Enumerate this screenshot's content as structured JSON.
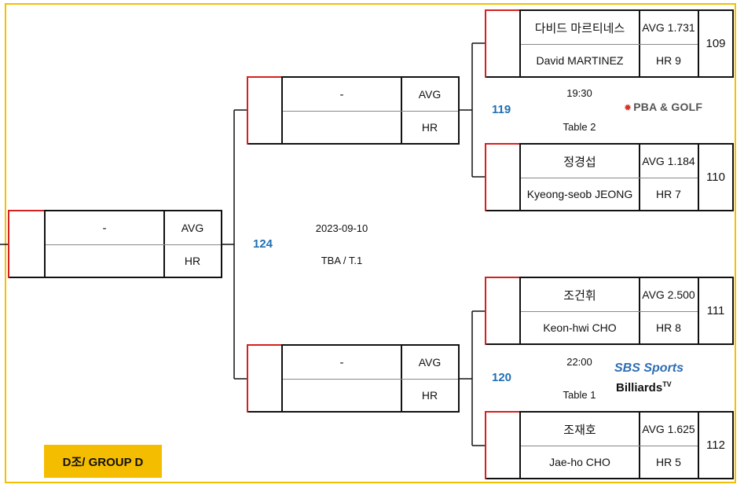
{
  "group_label": "D조/ GROUP D",
  "labels": {
    "avg": "AVG",
    "hr": "HR"
  },
  "semifinal": {
    "match_no": "124",
    "date": "2023-09-10",
    "venue": "TBA / T.1",
    "player": "-"
  },
  "quarter_top": {
    "match_no": "119",
    "time": "19:30",
    "table": "Table 2",
    "player": "-",
    "broadcaster": "PBA & GOLF"
  },
  "quarter_bottom": {
    "match_no": "120",
    "time": "22:00",
    "table": "Table 1",
    "player": "-",
    "broadcaster_line1": "SBS Sports",
    "broadcaster_line2": "Billiards",
    "broadcaster_tv": "TV"
  },
  "players": [
    {
      "name_ko": "다비드 마르티네스",
      "name_en": "David MARTINEZ",
      "avg": "AVG 1.731",
      "hr": "HR 9",
      "seed": "109"
    },
    {
      "name_ko": "정경섭",
      "name_en": "Kyeong-seob JEONG",
      "avg": "AVG 1.184",
      "hr": "HR 7",
      "seed": "110"
    },
    {
      "name_ko": "조건휘",
      "name_en": "Keon-hwi CHO",
      "avg": "AVG 2.500",
      "hr": "HR 8",
      "seed": "111"
    },
    {
      "name_ko": "조재호",
      "name_en": "Jae-ho CHO",
      "avg": "AVG 1.625",
      "hr": "HR 5",
      "seed": "112"
    }
  ],
  "colors": {
    "frame": "#f2c000",
    "badge": "#f5bd00",
    "match_number": "#1f6fb5",
    "accent_red": "#d42020"
  }
}
